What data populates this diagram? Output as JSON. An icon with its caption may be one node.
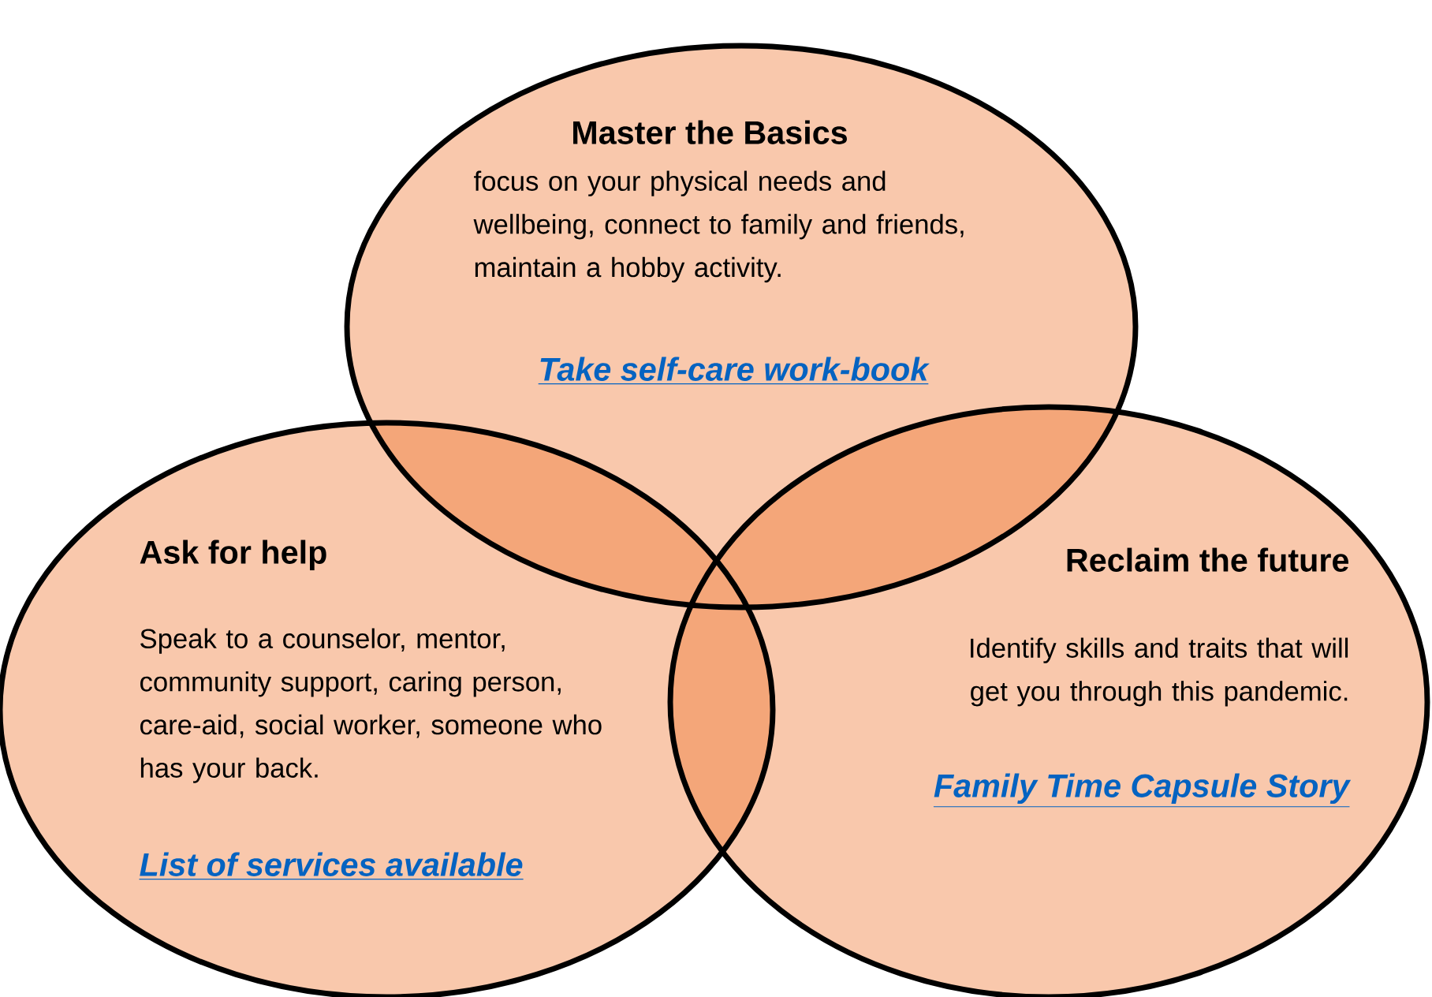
{
  "diagram": {
    "nodes": [
      {
        "text": [
          "Master the Basics",
          "focus on your physical needs and wellbeing, connect to family and friends, maintain a hobby activity.",
          "Take self-care work-book"
        ]
      },
      {
        "text": [
          "Ask for help",
          "Speak to a counselor, mentor, community support, caring person, care-aid, social worker, someone who has your back.",
          "List of services available"
        ]
      },
      {
        "text": [
          "Reclaim the future",
          "Identify skills and traits that will get you through this pandemic.",
          "Family Time Capsule Story"
        ]
      }
    ]
  }
}
